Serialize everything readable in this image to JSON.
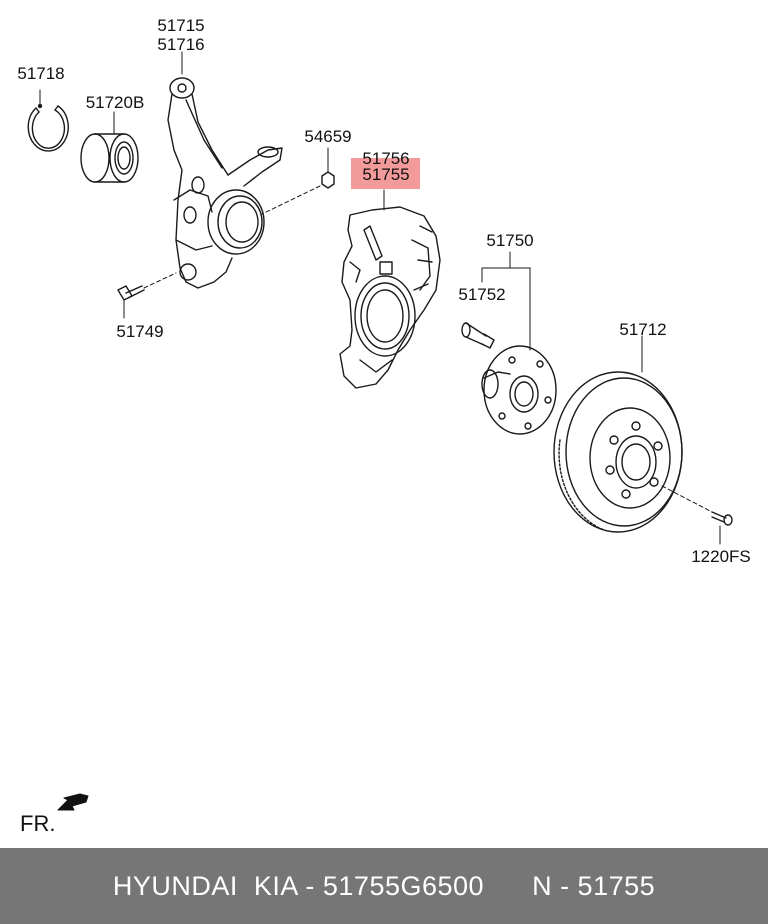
{
  "labels": {
    "p51715": "51715",
    "p51716": "51716",
    "p51718": "51718",
    "p51720b": "51720B",
    "p54659": "54659",
    "p51756": "51756",
    "p51755": "51755",
    "p51750": "51750",
    "p51752": "51752",
    "p51749": "51749",
    "p51712": "51712",
    "p1220fs": "1220FS"
  },
  "direction_label": "FR.",
  "highlighted_part": "51755",
  "highlight_color": "#f08a88",
  "footer": {
    "brand": "HYUNDAI  KIA - 51755G6500",
    "ref": "N - 51755"
  },
  "footer_bg": "#767676"
}
